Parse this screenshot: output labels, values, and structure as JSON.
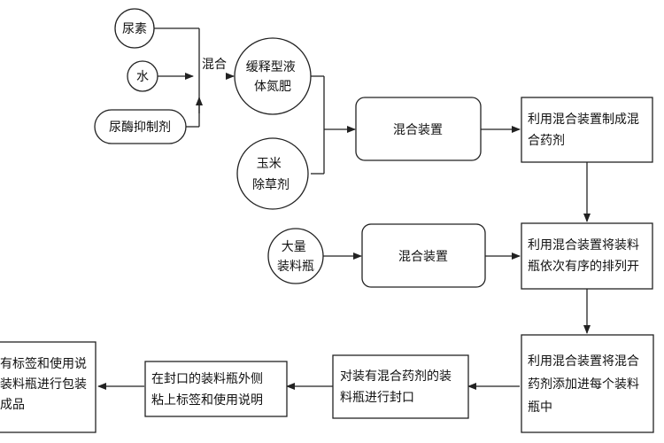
{
  "nodes": {
    "urea": {
      "lines": [
        "尿素"
      ]
    },
    "water": {
      "lines": [
        "水"
      ]
    },
    "urease_inhibitor": {
      "lines": [
        "尿酶抑制剂"
      ]
    },
    "mix_label": {
      "lines": [
        "混合"
      ]
    },
    "slow_release_fertilizer": {
      "lines": [
        "缓释型液",
        "体氮肥"
      ]
    },
    "corn_herbicide": {
      "lines": [
        "玉米",
        "除草剂"
      ]
    },
    "mixing_device_1": {
      "lines": [
        "混合装置"
      ]
    },
    "step_make_mixture": {
      "lines": [
        "利用混合装置制成混",
        "合药剂"
      ]
    },
    "bottles": {
      "lines": [
        "大量",
        "装料瓶"
      ]
    },
    "mixing_device_2": {
      "lines": [
        "混合装置"
      ]
    },
    "step_arrange_bottles": {
      "lines": [
        "利用混合装置将装料",
        "瓶依次有序的排列开"
      ]
    },
    "step_fill_bottles": {
      "lines": [
        "利用混合装置将混合",
        "药剂添加进每个装料",
        "瓶中"
      ]
    },
    "step_seal": {
      "lines": [
        "对装有混合药剂的装",
        "料瓶进行封口"
      ]
    },
    "step_label": {
      "lines": [
        "在封口的装料瓶外侧",
        "粘上标签和使用说明"
      ]
    },
    "step_package": {
      "lines": [
        "有标签和使用说",
        "装料瓶进行包装",
        "成品"
      ]
    }
  }
}
